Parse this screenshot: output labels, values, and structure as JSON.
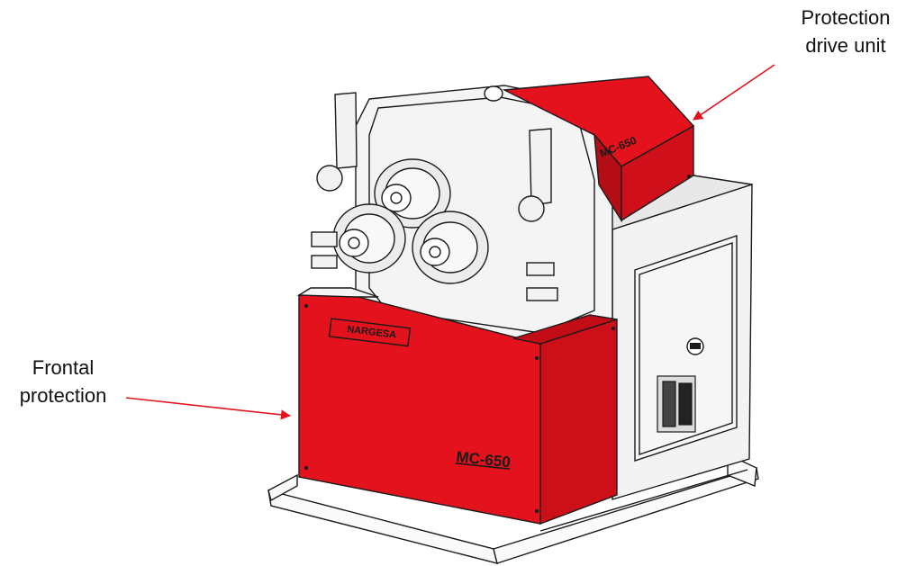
{
  "annotations": {
    "drive_protection": {
      "line1": "Protection",
      "line2": "drive unit"
    },
    "frontal_protection": {
      "line1": "Frontal",
      "line2": "protection"
    }
  },
  "machine": {
    "front_model_label": "MC-650",
    "top_model_label": "MC-650",
    "brand_plate": "NARGESA"
  },
  "colors": {
    "guard_red": "#e3121c",
    "guard_red_dark": "#b40d15",
    "arrow_red": "#e3121c",
    "outline": "#1a1a1a",
    "body_light": "#f3f3f3"
  }
}
